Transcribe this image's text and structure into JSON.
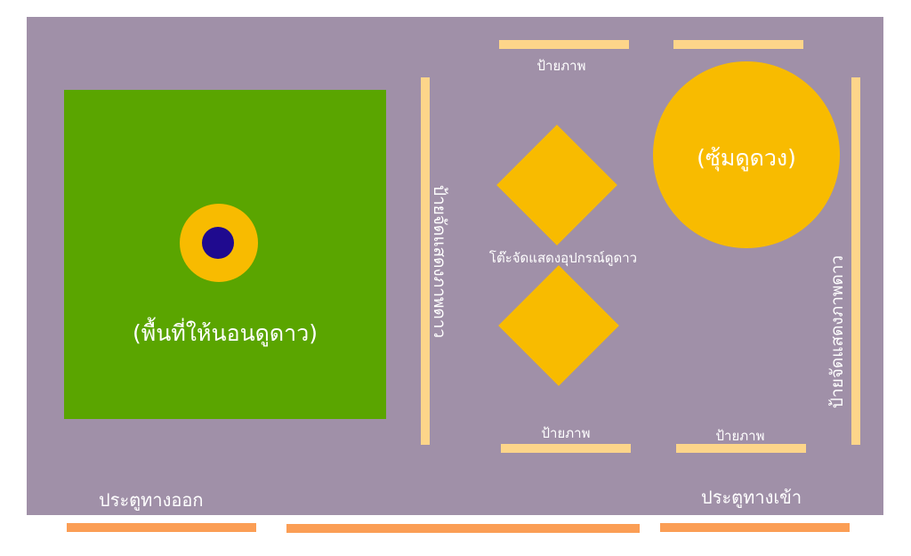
{
  "zones": {
    "lawn_label": "(พื้นที่ให้นอนดูดาว)",
    "dome_label": "(ซุ้มดูดวง)",
    "table_label": "โต๊ะจัดแสดงอุปกรณ์ดูดาว",
    "picture_sign_top": "ป้ายภาพ",
    "picture_sign_bottom_left": "ป้ายภาพ",
    "picture_sign_bottom_right": "ป้ายภาพ",
    "exhibit_board_left": "ป้ายจัดแสดงภาพดาว",
    "exhibit_board_right": "ป้ายจัดแสดงภาพดาว"
  },
  "doors": {
    "exit_label": "ประตูทางออก",
    "entrance_label": "ประตูทางเข้า"
  },
  "colors": {
    "room": "#a090a8",
    "lawn": "#5aa500",
    "furniture": "#f8bb00",
    "telescope_center": "#1f0a8f",
    "sign_bar": "#fdd58a",
    "door_bar": "#fb9e55"
  }
}
